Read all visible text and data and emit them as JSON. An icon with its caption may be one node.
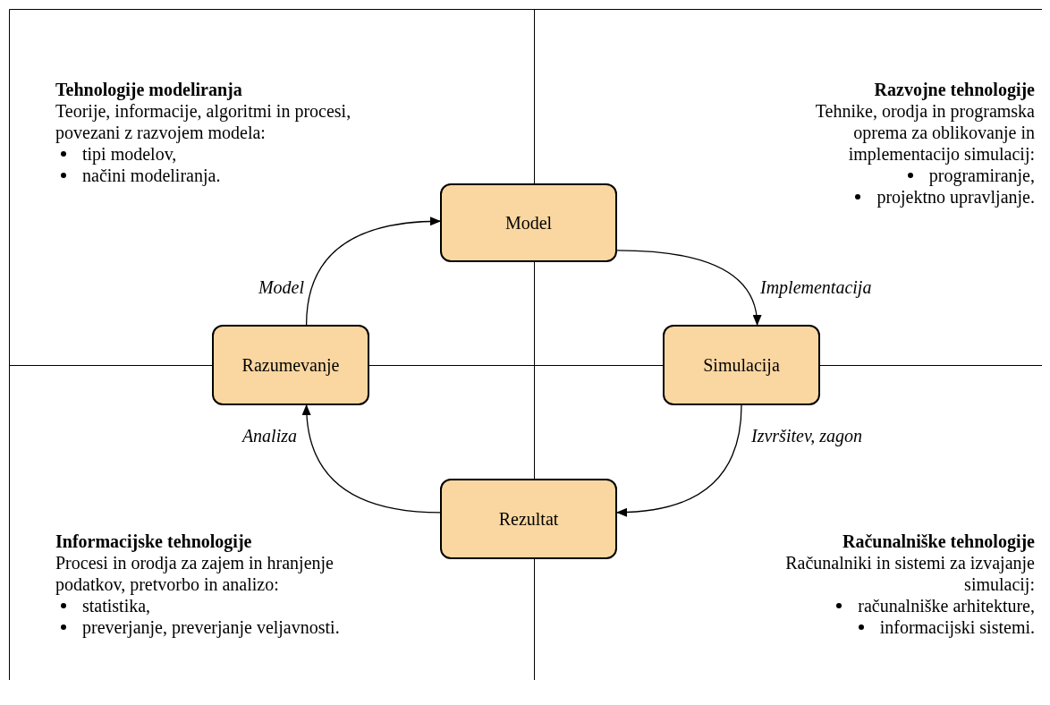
{
  "diagram": {
    "nodes": [
      {
        "text": [
          "Model"
        ]
      },
      {
        "text": [
          "Razumevanje"
        ]
      },
      {
        "text": [
          "Simulacija"
        ]
      },
      {
        "text": [
          "Rezultat"
        ]
      }
    ],
    "edges": [
      {
        "from": 0,
        "to": 2,
        "arrow": "to",
        "label": "Implementacija"
      },
      {
        "from": 2,
        "to": 3,
        "arrow": "to",
        "label": "Izvršitev, zagon"
      },
      {
        "from": 3,
        "to": 1,
        "arrow": "to",
        "label": "Analiza"
      },
      {
        "from": 1,
        "to": 0,
        "arrow": "to",
        "label": "Model"
      }
    ],
    "labels": [
      "Tehnologije modeliranja",
      "Teorije, informacije, algoritmi in procesi, povezani z razvojem modela:",
      "tipi modelov,",
      "načini modeliranja.",
      "Razvojne tehnologije",
      "Tehnike, orodja in programska oprema za oblikovanje in implementacijo simulacij:",
      "programiranje,",
      "projektno upravljanje.",
      "Informacijske tehnologije",
      "Procesi in orodja za zajem in hranjenje podatkov, pretvorbo in analizo:",
      "statistika,",
      "preverjanje, preverjanje veljavnosti.",
      "Računalniške tehnologije",
      "Računalniki in sistemi za izvajanje simulacij:",
      "računalniške arhitekture,",
      "informacijski sistemi."
    ]
  }
}
